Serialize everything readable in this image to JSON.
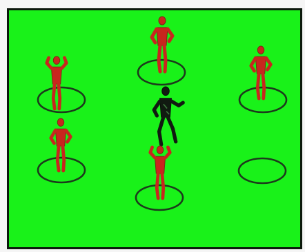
{
  "diagram": {
    "colors": {
      "pitch": "#19f219",
      "pitch_border": "#0c180c",
      "ring": "#1c3a1c",
      "player_red": "#c8261e",
      "player_red_dark": "#7a2a14",
      "player_black": "#111a11"
    },
    "players": [
      {
        "id": "top-center",
        "color": "red",
        "pose": "standing",
        "in_ring": true
      },
      {
        "id": "left-upper",
        "color": "red",
        "pose": "arms-up",
        "in_ring": true
      },
      {
        "id": "right-upper",
        "color": "red",
        "pose": "standing",
        "in_ring": true
      },
      {
        "id": "center",
        "color": "black",
        "pose": "running",
        "in_ring": false
      },
      {
        "id": "left-lower",
        "color": "red",
        "pose": "standing",
        "in_ring": true
      },
      {
        "id": "bottom-center",
        "color": "red",
        "pose": "arms-up",
        "in_ring": true
      }
    ],
    "empty_rings": 1
  }
}
